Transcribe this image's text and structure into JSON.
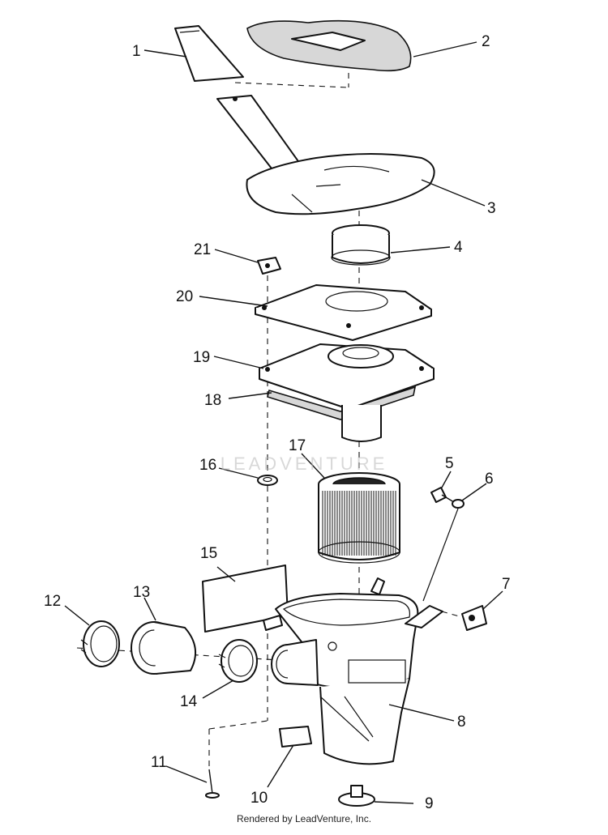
{
  "diagram": {
    "watermark": "LEADVENTURE",
    "footer": "Rendered by LeadVenture, Inc.",
    "labels": [
      "1",
      "2",
      "3",
      "4",
      "5",
      "6",
      "7",
      "8",
      "9",
      "10",
      "11",
      "12",
      "13",
      "14",
      "15",
      "16",
      "17",
      "18",
      "19",
      "20",
      "21"
    ]
  }
}
